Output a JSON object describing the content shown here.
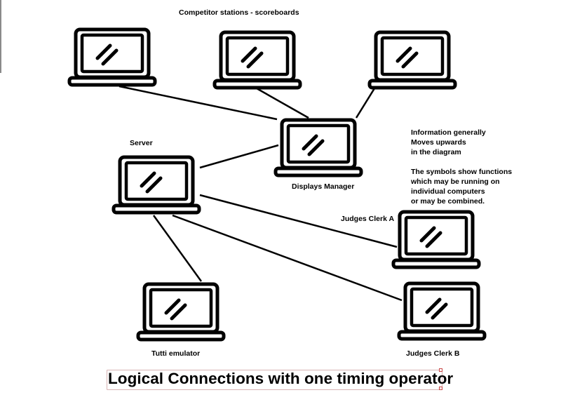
{
  "heading": "Competitor stations - scoreboards",
  "caption": "Logical Connections with one timing operator",
  "nodes": {
    "server": "Server",
    "displays_manager": "Displays Manager",
    "judges_clerk_a": "Judges Clerk A",
    "tutti_emulator": "Tutti emulator",
    "judges_clerk_b": "Judges Clerk B"
  },
  "note": {
    "line1": "Information generally",
    "line2": "Moves upwards",
    "line3": "in the diagram",
    "line4": "The symbols show functions",
    "line5": "which may be running on",
    "line6": "individual computers",
    "line7": "or may be combined."
  },
  "icons": {
    "station_1": "laptop-icon",
    "station_2": "laptop-icon",
    "station_3": "laptop-icon",
    "displays_manager": "laptop-icon",
    "server": "laptop-icon",
    "judges_clerk_a": "laptop-icon",
    "tutti_emulator": "laptop-icon",
    "judges_clerk_b": "laptop-icon"
  },
  "colors": {
    "ink": "#000000",
    "selection": "#c84848"
  }
}
